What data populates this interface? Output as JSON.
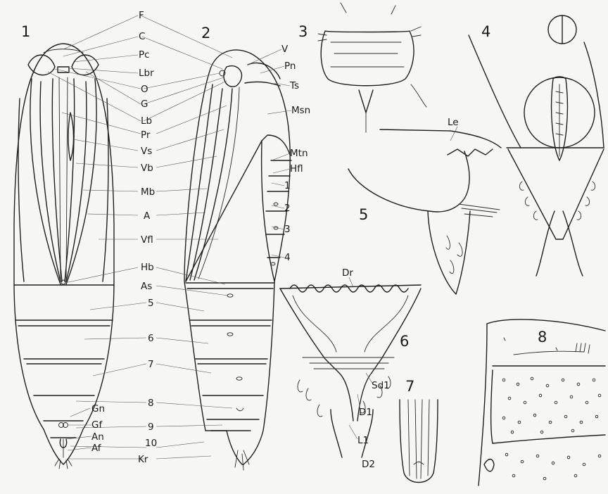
{
  "figure_numbers": [
    "1",
    "2",
    "3",
    "4",
    "5",
    "6",
    "7",
    "8"
  ],
  "labels": {
    "F": "F",
    "C": "C",
    "Pc": "Pc",
    "Lbr": "Lbr",
    "O": "O",
    "G": "G",
    "Lb": "Lb",
    "Pr": "Pr",
    "Vs": "Vs",
    "Vb": "Vb",
    "Mb": "Mb",
    "A": "A",
    "Vfl": "Vfl",
    "Hb": "Hb",
    "As": "As",
    "s5": "5",
    "s6": "6",
    "s7": "7",
    "s8": "8",
    "s9": "9",
    "s10": "10",
    "Gn": "Gn",
    "Gf": "Gf",
    "An": "An",
    "Af": "Af",
    "Kr": "Kr",
    "V": "V",
    "Pn": "Pn",
    "Ts": "Ts",
    "Msn": "Msn",
    "Mtn": "Mtn",
    "Hfl": "Hfl",
    "s1": "1",
    "s2": "2",
    "s3": "3",
    "s4": "4",
    "Le": "Le",
    "Dr": "Dr",
    "Sd1": "Sd1",
    "D1": "D1",
    "L1": "L1",
    "D2": "D2"
  }
}
